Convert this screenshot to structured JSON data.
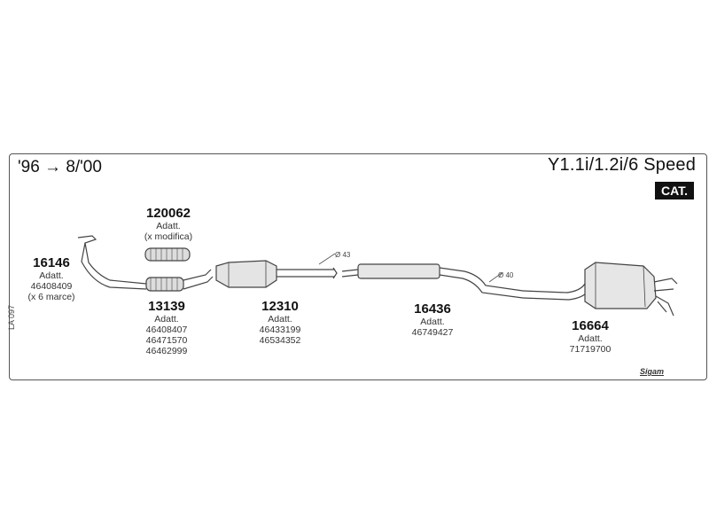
{
  "header": {
    "years": "'96 → 8/'00",
    "model": "Y1.1i/1.2i/6 Speed",
    "badge": "CAT."
  },
  "side_code": "LA 097",
  "logo": "Sigam",
  "diameters": {
    "d1": "Ø 43",
    "d2": "Ø 40"
  },
  "parts": [
    {
      "code": "120062",
      "lines": [
        "Adatt.",
        "(x modifica)"
      ]
    },
    {
      "code": "16146",
      "lines": [
        "Adatt.",
        "46408409",
        "(x 6 marce)"
      ]
    },
    {
      "code": "13139",
      "lines": [
        "Adatt.",
        "46408407",
        "46471570",
        "46462999"
      ]
    },
    {
      "code": "12310",
      "lines": [
        "Adatt.",
        "46433199",
        "46534352"
      ]
    },
    {
      "code": "16436",
      "lines": [
        "Adatt.",
        "46749427"
      ]
    },
    {
      "code": "16664",
      "lines": [
        "Adatt.",
        "71719700"
      ]
    }
  ]
}
